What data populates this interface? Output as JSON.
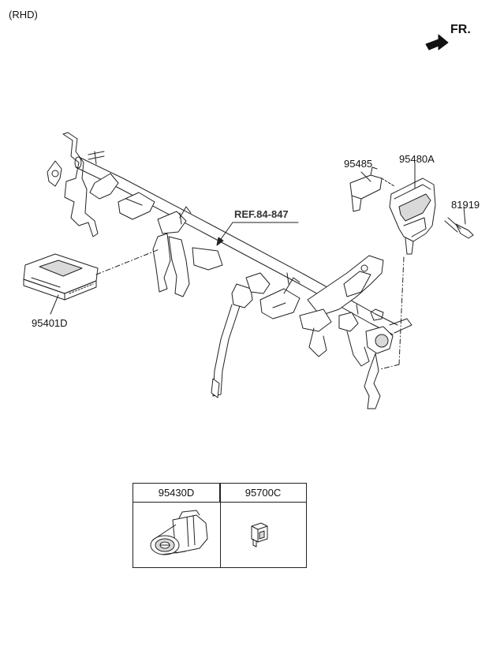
{
  "header": {
    "variant": "(RHD)",
    "direction": "FR."
  },
  "callouts": {
    "ref": "REF.84-847",
    "p95485": "95485",
    "p95480a": "95480A",
    "p81919": "81919",
    "p95401d": "95401D"
  },
  "table": {
    "col1": "95430D",
    "col2": "95700C"
  },
  "colors": {
    "line": "#222222",
    "part_fill": "#ffffff",
    "shade": "#d9d9d9"
  },
  "icons": {
    "direction_arrow": "arrow-right-icon"
  }
}
